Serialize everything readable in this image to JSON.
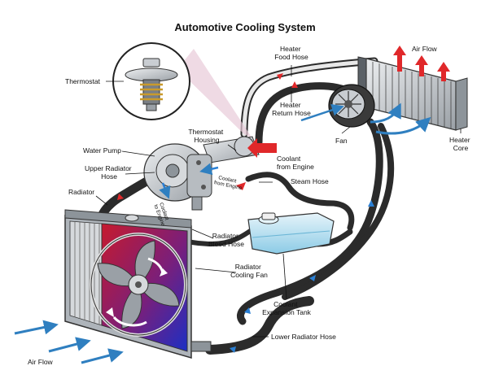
{
  "title": "Automotive Cooling System",
  "labels": {
    "thermostat": "Thermostat",
    "heater_food_hose": [
      "Heater",
      "Food Hose"
    ],
    "air_flow_top": "Air Flow",
    "heater_return_hose": [
      "Heater",
      "Return Hose"
    ],
    "thermostat_housing": [
      "Thermostat",
      "Housing"
    ],
    "fan": "Fan",
    "heater_core": [
      "Heater",
      "Core"
    ],
    "water_pump": "Water Pump",
    "coolant_from_engine": [
      "Coolant",
      "from Engine"
    ],
    "upper_radiator_hose": [
      "Upper Radiator",
      "Hose"
    ],
    "steam_hose": "Steam Hose",
    "radiator": "Radiator",
    "radiator_bleed_hose": [
      "Radiator",
      "Bleed Hose"
    ],
    "radiator_cooling_fan": [
      "Radiator",
      "Cooling Fan"
    ],
    "coolant_expansion_tank": [
      "Coolant",
      "Expansion Tank"
    ],
    "lower_radiator_hose": "Lower Radiator Hose",
    "air_flow_bottom": "Air Flow",
    "flow_coolant_from_engine": [
      "Coolant",
      "from Engine"
    ],
    "flow_coolant_to_engine": [
      "Coolant",
      "to Engine"
    ]
  },
  "icons": [
    "thermostat-icon",
    "water-pump-icon",
    "heater-fan-icon",
    "heater-core-icon",
    "radiator-icon",
    "radiator-fan-icon",
    "expansion-tank-icon"
  ],
  "colors": {
    "hose": "#2b2b2b",
    "hot_coolant": "#e0282a",
    "cold_coolant": "#2a7fd4",
    "radiator_hot": "#c61a2e",
    "radiator_cold": "#1c2fc4",
    "tank": "#bfe3f2",
    "metal": "#c9cdd2",
    "air_flow_arrow": "#2f7fc0",
    "heat_arrow": "#e0282a"
  }
}
